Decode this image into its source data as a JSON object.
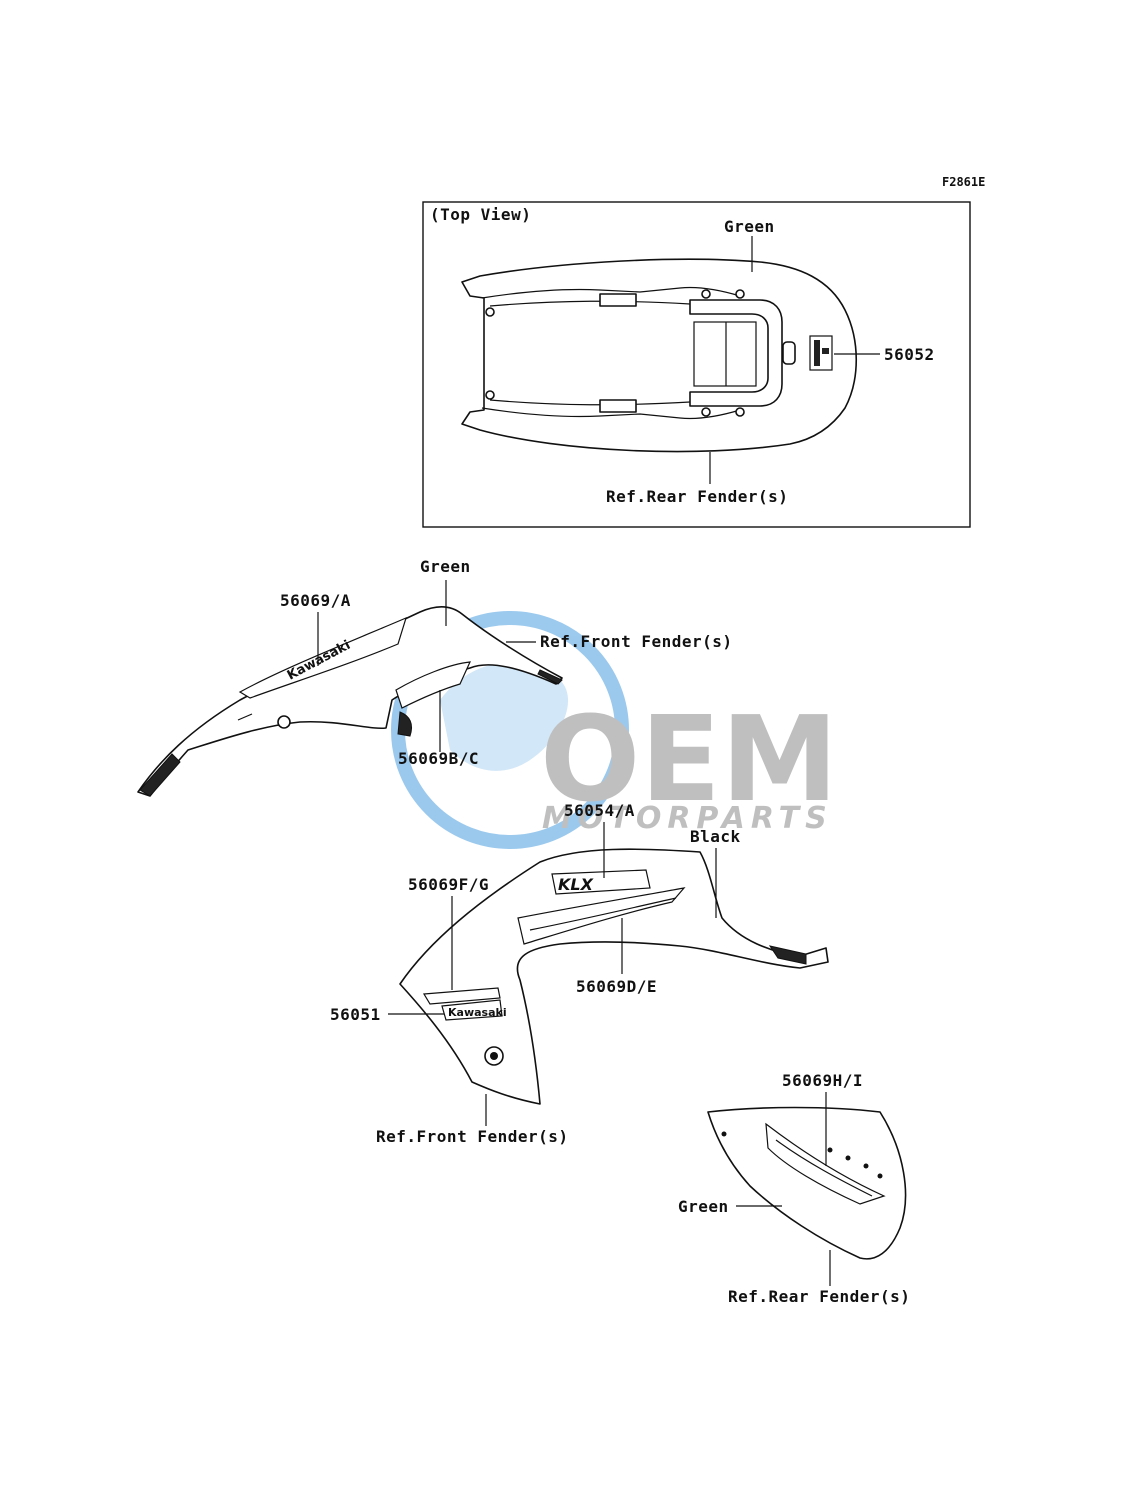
{
  "figure_code": "F2861E",
  "inset": {
    "title": "(Top View)",
    "color_label": "Green",
    "part_number": "56052",
    "ref_label": "Ref.Rear Fender(s)"
  },
  "front_upper": {
    "color_label": "Green",
    "part_a": "56069/A",
    "part_bc": "56069B/C",
    "ref_label": "Ref.Front Fender(s)",
    "brand_text": "Kawasaki"
  },
  "front_lower": {
    "color_label": "Black",
    "part_54a": "56054/A",
    "part_fg": "56069F/G",
    "part_de": "56069D/E",
    "part_51": "56051",
    "ref_label": "Ref.Front Fender(s)",
    "brand_text": "Kawasaki",
    "model_text": "KLX"
  },
  "rear_piece": {
    "part_hi": "56069H/I",
    "color_label": "Green",
    "ref_label": "Ref.Rear Fender(s)"
  },
  "watermark": {
    "brand": "OEM",
    "tagline": "MOTORPARTS",
    "color_blue": "#4a9ee0",
    "color_gray": "#8c8c8c"
  }
}
